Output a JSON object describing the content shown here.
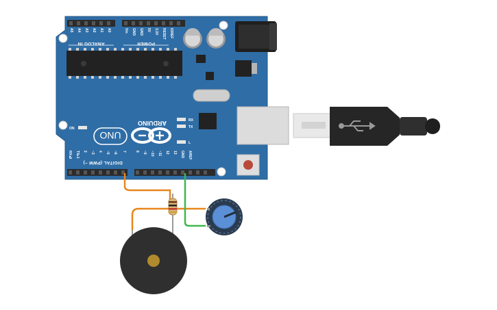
{
  "board": {
    "brand": "ARDUINO",
    "model": "UNO",
    "section_analog": "ANALOG IN",
    "section_power": "POWER",
    "section_digital": "DIGITAL (PWM ~)",
    "on_label": "ON",
    "led_rx": "RX",
    "led_tx": "TX",
    "led_l": "L",
    "power_pins": [
      "IOREF",
      "RESET",
      "3.3V",
      "5V",
      "GND",
      "GND",
      "Vin"
    ],
    "analog_pins": [
      "A0",
      "A1",
      "A2",
      "A3",
      "A4",
      "A5"
    ],
    "digital_pins": [
      "AREF",
      "GND",
      "13",
      "12",
      "~11",
      "~10",
      "~9",
      "8",
      "7",
      "~6",
      "~5",
      "4",
      "~3",
      "2",
      "TX▹1",
      "RX◂0"
    ]
  },
  "components": {
    "resistor": "resistor",
    "potentiometer": "potentiometer",
    "piezo_buzzer": "piezo-buzzer",
    "usb_cable": "usb-cable"
  },
  "colors": {
    "board_blue": "#2f6da6",
    "wire_orange": "#e8861c",
    "wire_green": "#3db84a",
    "usb_black": "#2a2a2a"
  }
}
